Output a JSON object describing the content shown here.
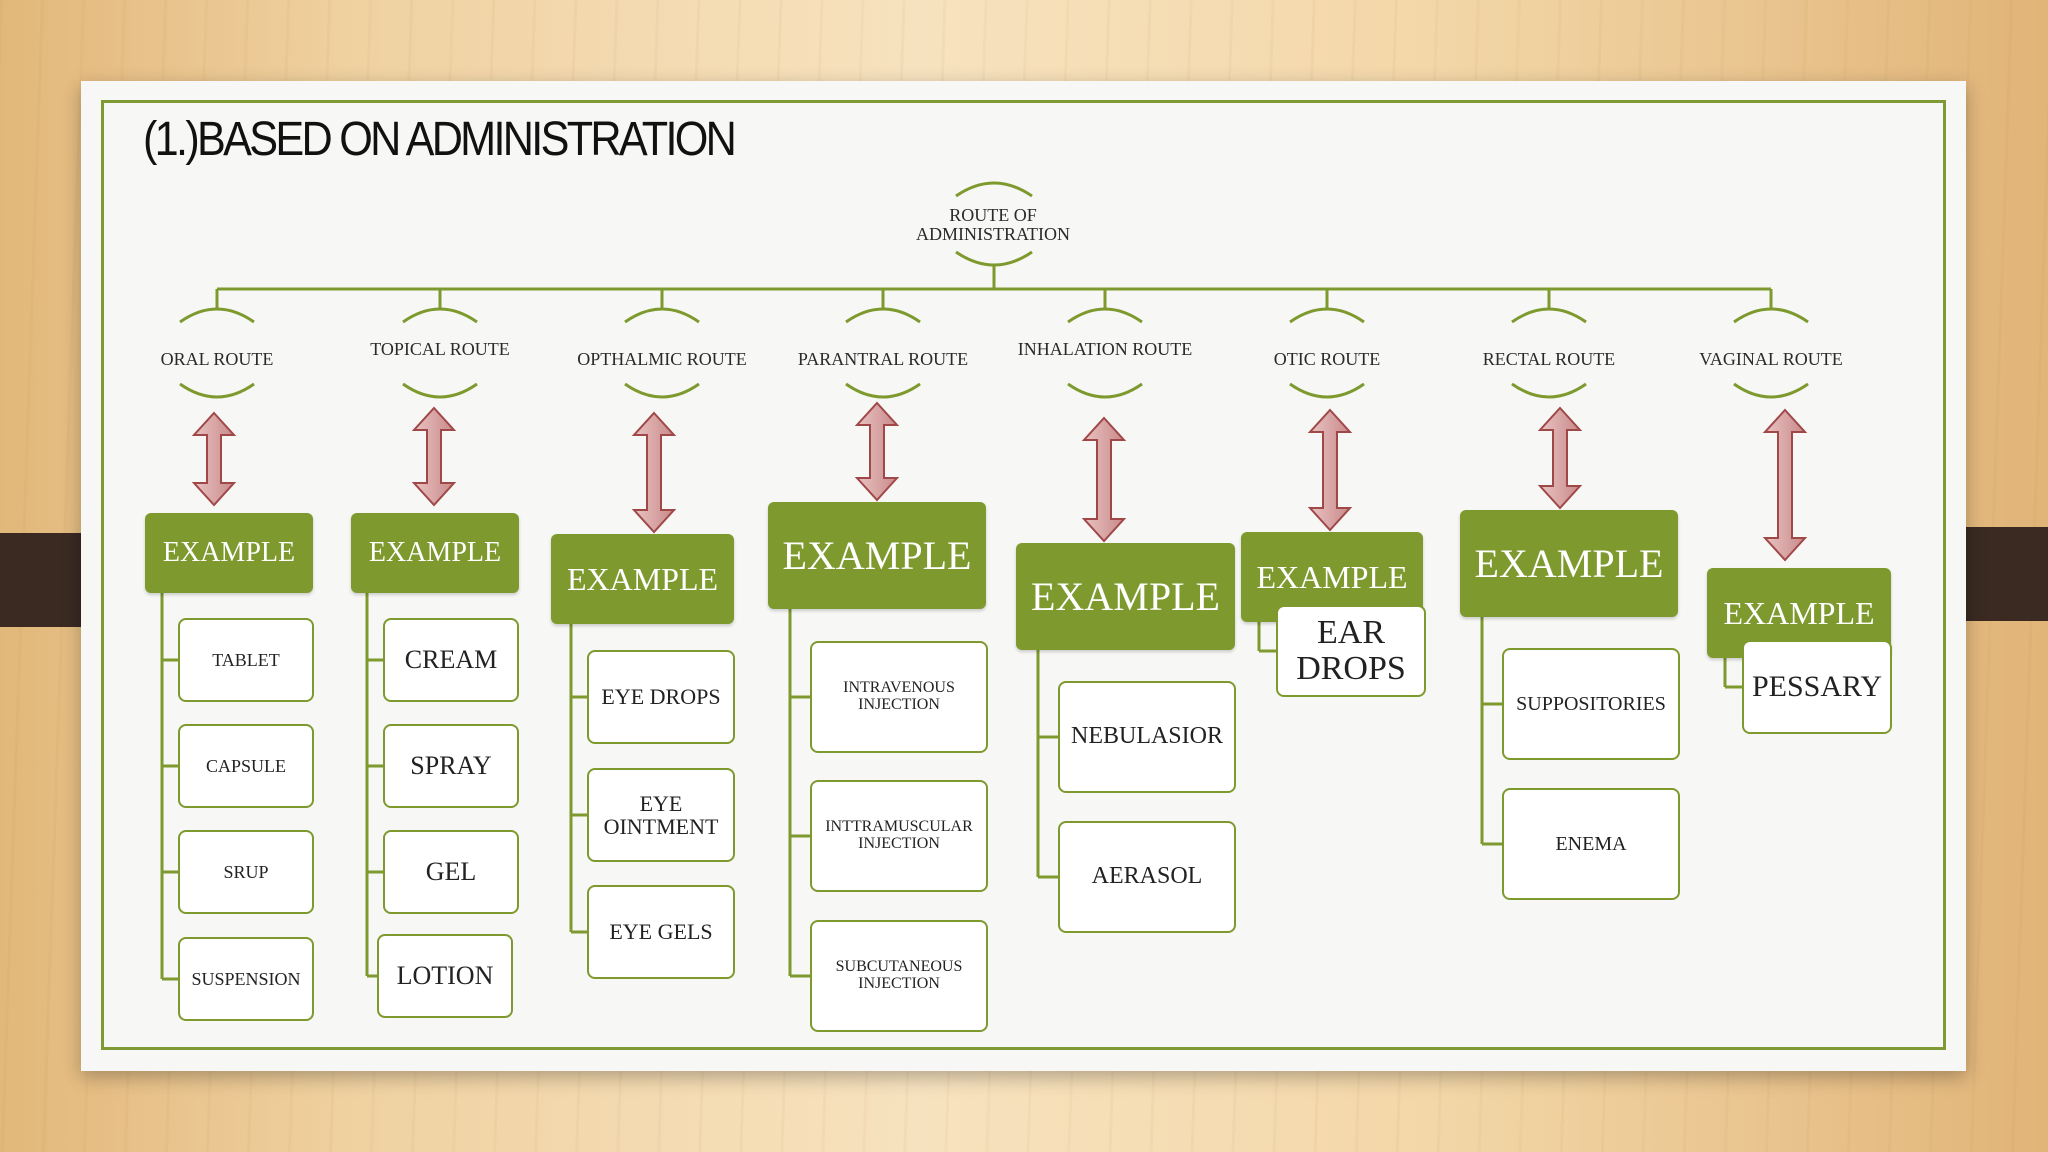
{
  "title": "(1.)BASED ON ADMINISTRATION",
  "root": "ROUTE OF ADMINISTRATION",
  "routes": [
    {
      "name": "ORAL ROUTE",
      "example_label": "EXAMPLE",
      "items": [
        "TABLET",
        "CAPSULE",
        "SRUP",
        "SUSPENSION"
      ]
    },
    {
      "name": "TOPICAL ROUTE",
      "example_label": "EXAMPLE",
      "items": [
        "CREAM",
        "SPRAY",
        "GEL",
        "LOTION"
      ]
    },
    {
      "name": "OPTHALMIC ROUTE",
      "example_label": "EXAMPLE",
      "items": [
        "EYE DROPS",
        "EYE OINTMENT",
        "EYE GELS"
      ]
    },
    {
      "name": "PARANTRAL ROUTE",
      "example_label": "EXAMPLE",
      "items": [
        "INTRAVENOUS INJECTION",
        "INTTRAMUSCULAR INJECTION",
        "SUBCUTANEOUS INJECTION"
      ]
    },
    {
      "name": "INHALATION ROUTE",
      "example_label": "EXAMPLE",
      "items": [
        "NEBULASIOR",
        "AERASOL"
      ]
    },
    {
      "name": "OTIC ROUTE",
      "example_label": "EXAMPLE",
      "items": [
        "EAR DROPS"
      ]
    },
    {
      "name": "RECTAL ROUTE",
      "example_label": "EXAMPLE",
      "items": [
        "SUPPOSITORIES",
        "ENEMA"
      ]
    },
    {
      "name": "VAGINAL ROUTE",
      "example_label": "EXAMPLE",
      "items": [
        "PESSARY"
      ]
    }
  ],
  "colors": {
    "accent_green": "#7e9a2f",
    "arrow_fill": "#d9a6a6",
    "arrow_stroke": "#a04848"
  }
}
